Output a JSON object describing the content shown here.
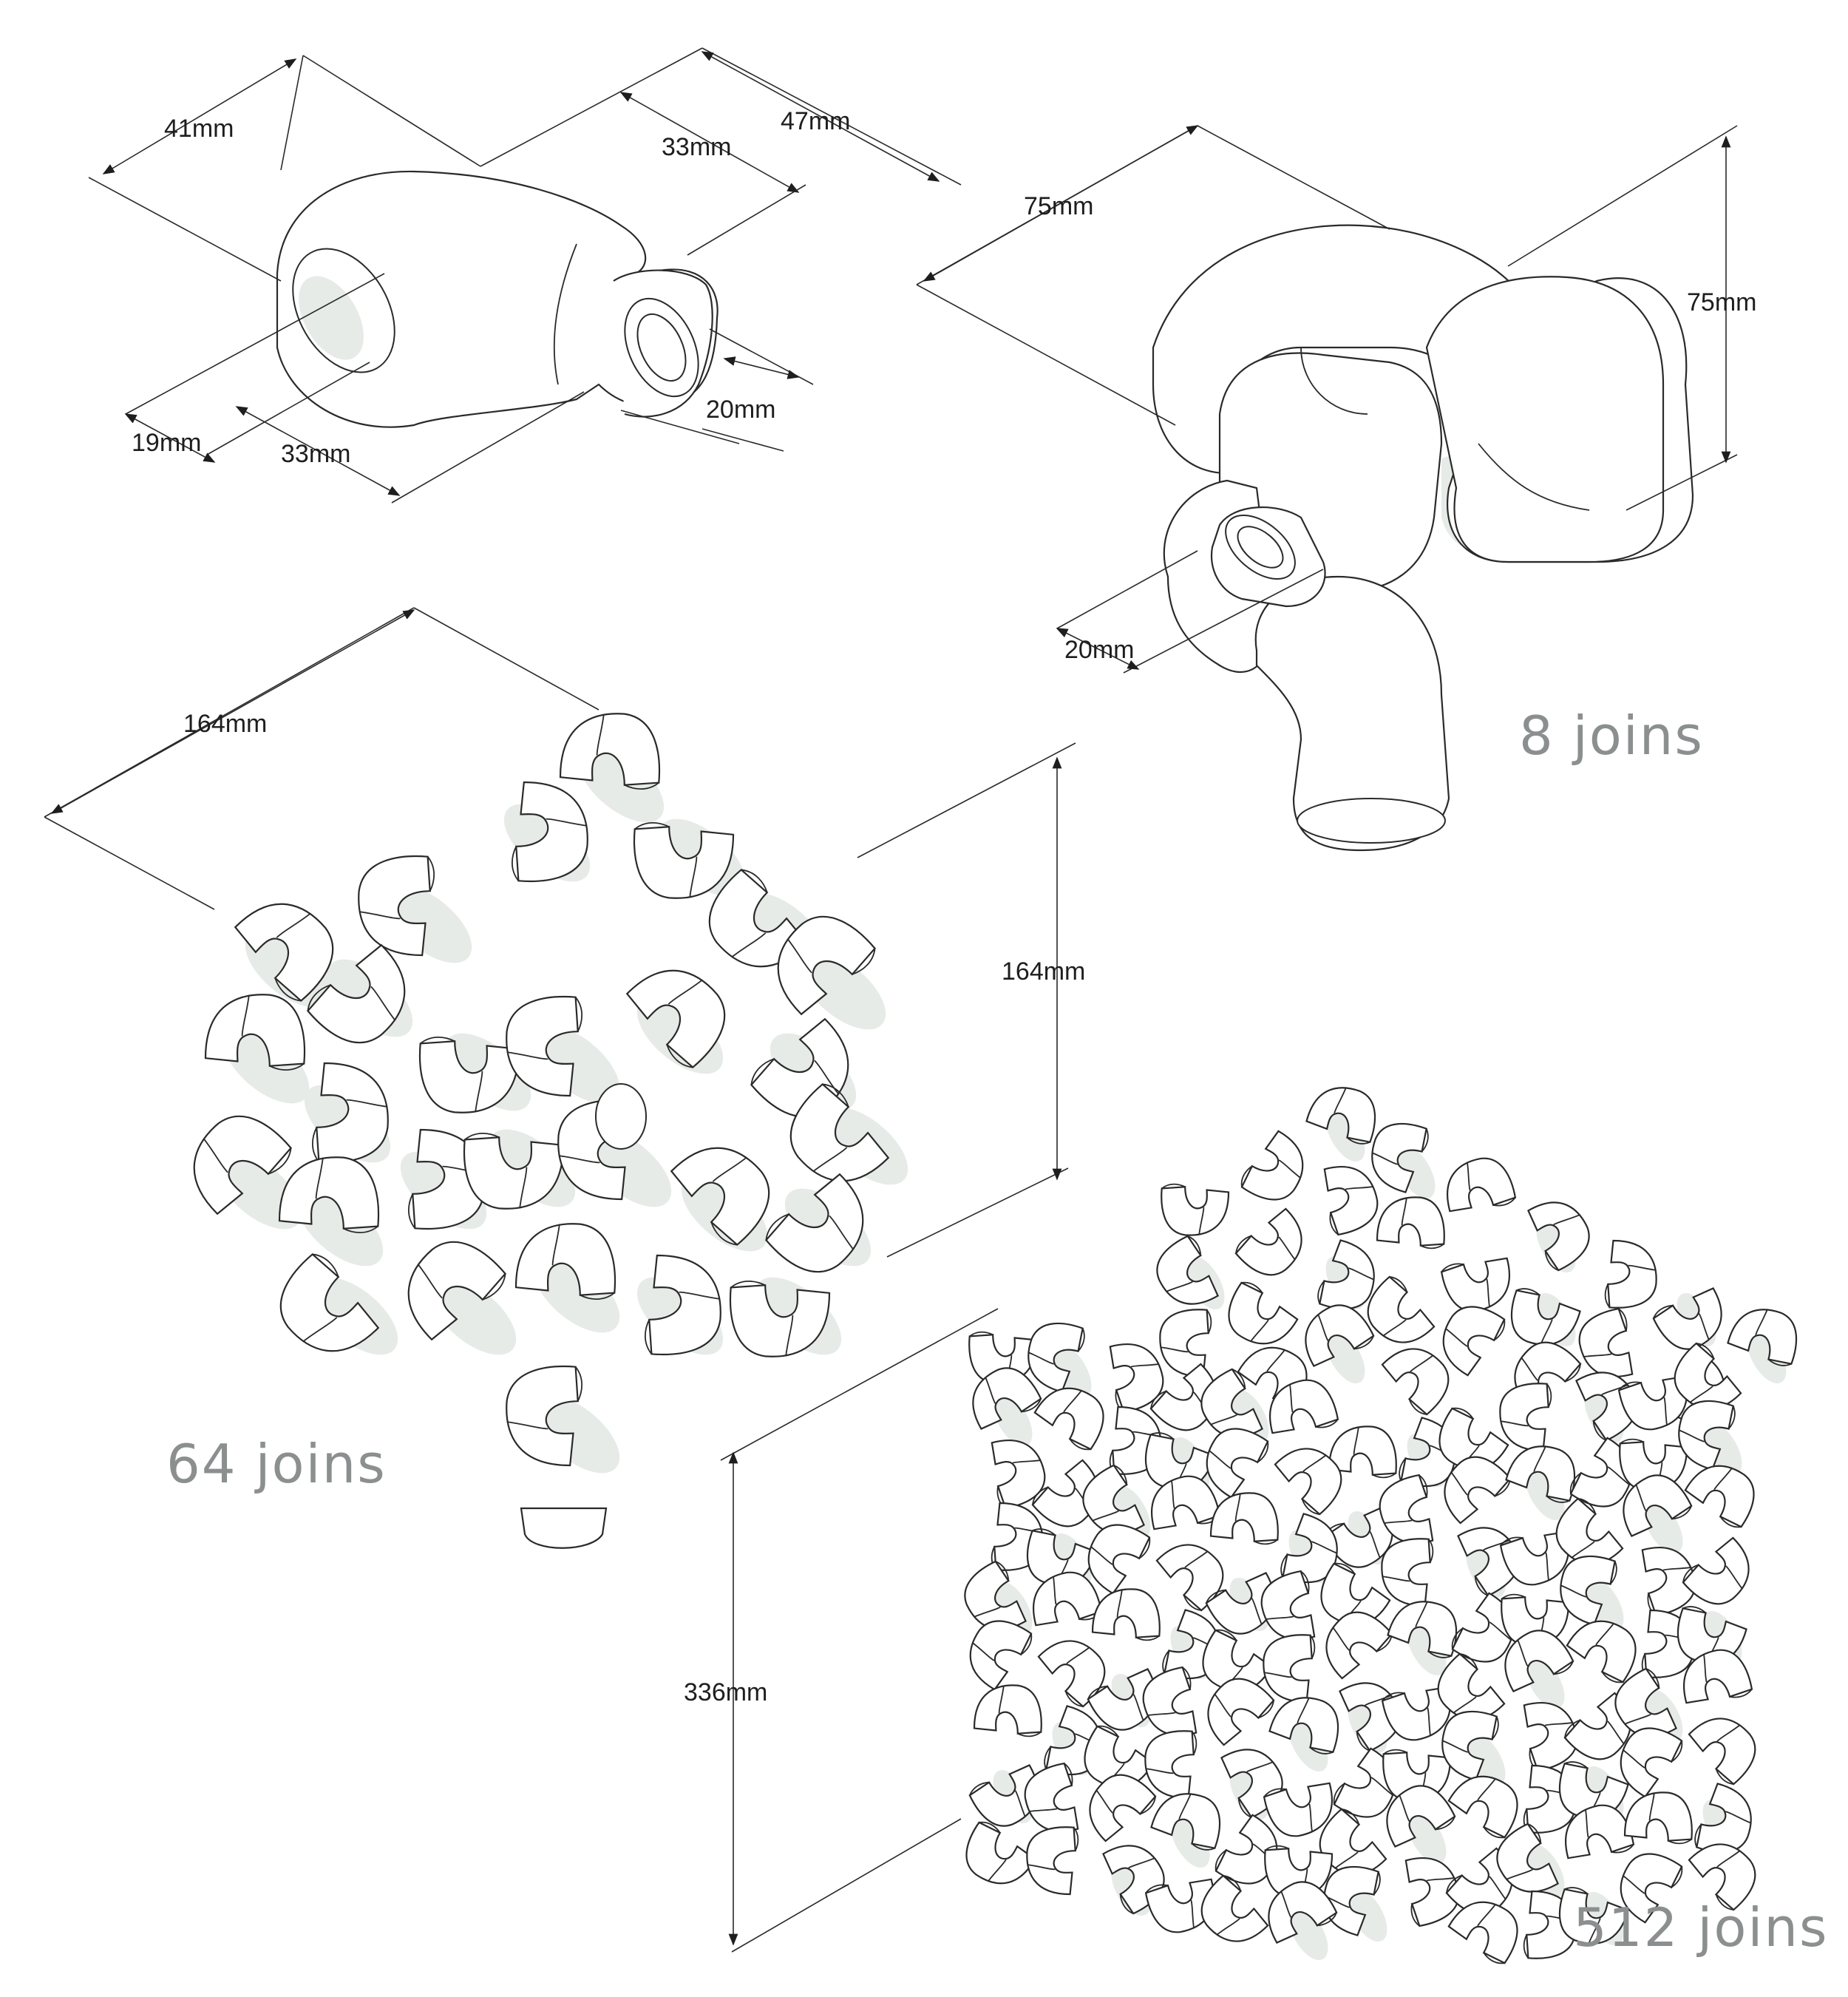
{
  "dimensions": {
    "join": {
      "d41": "41mm",
      "d47": "47mm",
      "d33_top": "33mm",
      "d19": "19mm",
      "d33_bottom": "33mm",
      "d20": "20mm"
    },
    "cluster8": {
      "d75_width": "75mm",
      "d75_height": "75mm",
      "d20": "20mm"
    },
    "cluster64": {
      "d164_width": "164mm",
      "d164_height": "164mm"
    },
    "cluster512": {
      "d336_height": "336mm"
    }
  },
  "labels": {
    "joins8": "8 joins",
    "joins64": "64 joins",
    "joins512": "512 joins"
  },
  "colors": {
    "line": "#2a2a2a",
    "label_gray": "#8c8f8f",
    "shadow": "#e6ebe8"
  }
}
